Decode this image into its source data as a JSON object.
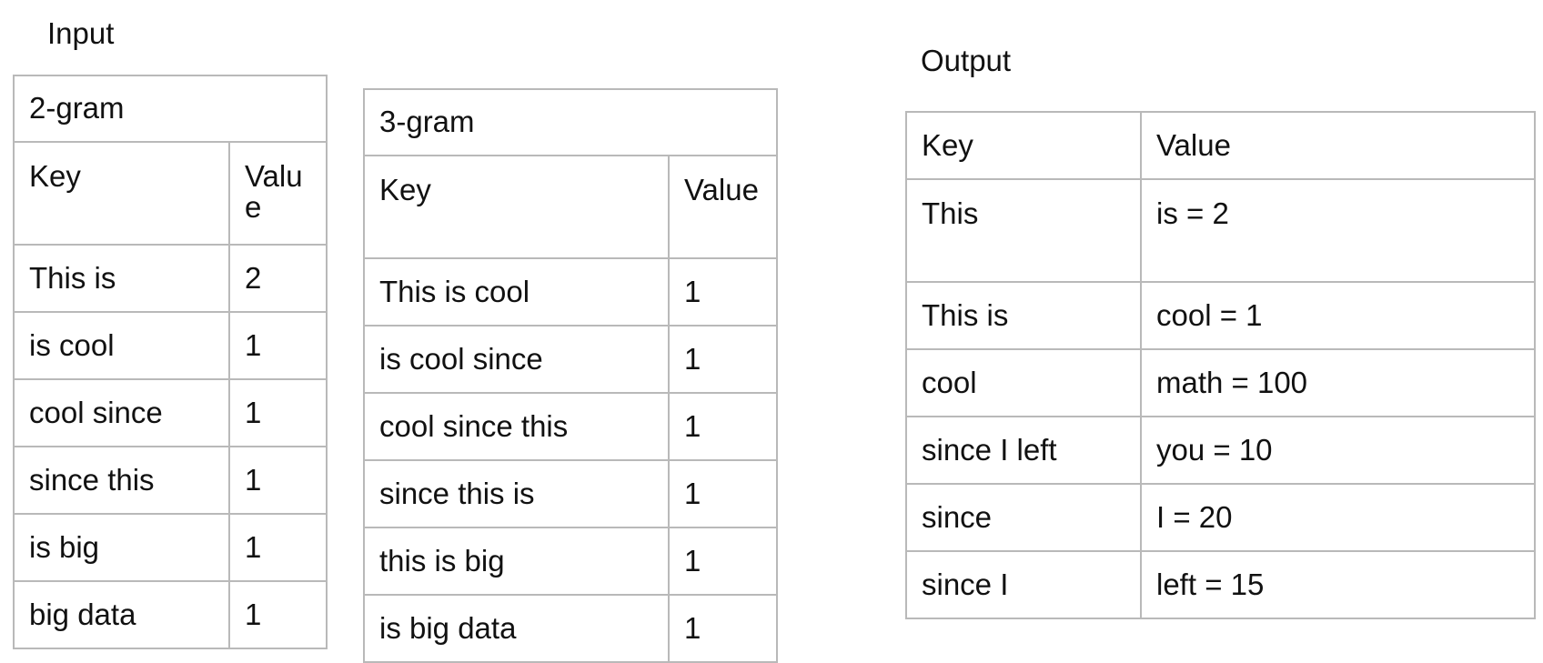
{
  "input_label": "Input",
  "output_label": "Output",
  "bigram": {
    "caption": "2-gram",
    "header": {
      "key": "Key",
      "value_line1": "Valu",
      "value_line2": "e"
    },
    "rows": [
      {
        "key": "This is",
        "value": "2"
      },
      {
        "key": "is cool",
        "value": "1"
      },
      {
        "key": "cool since",
        "value": "1"
      },
      {
        "key": "since this",
        "value": "1"
      },
      {
        "key": "is big",
        "value": "1"
      },
      {
        "key": "big data",
        "value": "1"
      }
    ]
  },
  "trigram": {
    "caption": "3-gram",
    "header": {
      "key": "Key",
      "value": "Value"
    },
    "rows": [
      {
        "key": "This is cool",
        "value": "1"
      },
      {
        "key": "is cool since",
        "value": "1"
      },
      {
        "key": "cool since this",
        "value": "1"
      },
      {
        "key": "since this is",
        "value": "1"
      },
      {
        "key": "this is big",
        "value": "1"
      },
      {
        "key": "is big data",
        "value": "1"
      }
    ]
  },
  "output": {
    "header": {
      "key": "Key",
      "value": "Value"
    },
    "rows": [
      {
        "key": "This",
        "value": "is = 2"
      },
      {
        "key": "This is",
        "value": "cool = 1"
      },
      {
        "key": "cool",
        "value": "math = 100"
      },
      {
        "key": "since I left",
        "value": "you = 10"
      },
      {
        "key": "since",
        "value": "I = 20"
      },
      {
        "key": "since I",
        "value": "left = 15"
      }
    ]
  }
}
